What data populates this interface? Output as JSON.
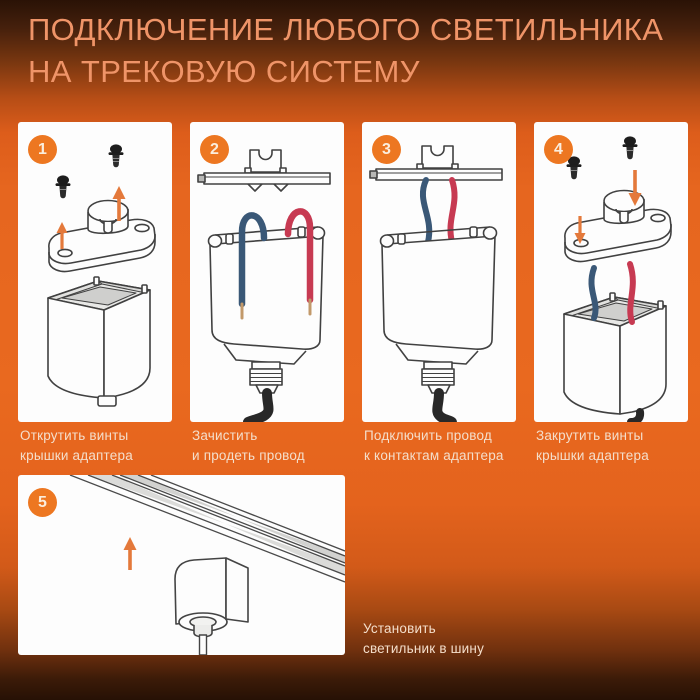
{
  "title": {
    "line1": "ПОДКЛЮЧЕНИЕ ЛЮБОГО СВЕТИЛЬНИКА",
    "line2": "НА ТРЕКОВУЮ СИСТЕМУ"
  },
  "steps": [
    {
      "number": "1",
      "caption_line1": "Открутить винты",
      "caption_line2": "крышки адаптера",
      "illustration": "adapter-cover-unscrew"
    },
    {
      "number": "2",
      "caption_line1": "Зачистить",
      "caption_line2": "и продеть провод",
      "illustration": "strip-and-thread-wire"
    },
    {
      "number": "3",
      "caption_line1": "Подключить провод",
      "caption_line2": "к контактам адаптера",
      "illustration": "connect-wire-to-contacts"
    },
    {
      "number": "4",
      "caption_line1": "Закрутить винты",
      "caption_line2": "крышки адаптера",
      "illustration": "adapter-cover-screw"
    },
    {
      "number": "5",
      "caption_line1": "Установить",
      "caption_line2": "светильник в шину",
      "illustration": "mount-luminaire-to-track"
    }
  ],
  "colors": {
    "background_orange": "#e8661e",
    "background_vignette": "#2a1206",
    "card_white": "#fdfdfd",
    "accent_badge_orange": "#ed7721",
    "title_text": "#ef9468",
    "caption_text": "#f4decb",
    "wire_blue": "#3a5877",
    "wire_red": "#c73a52",
    "cable_black": "#282828",
    "arrow_orange": "#e4793b",
    "line_art": "#414141"
  }
}
